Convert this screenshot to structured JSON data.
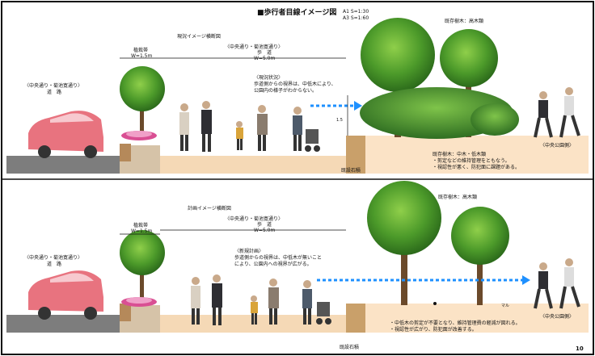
{
  "header": {
    "title": "■歩行者目線イメージ図",
    "scale_a1": "A1 S=1:30",
    "scale_a3": "A3 S=1:60"
  },
  "page_number": "10",
  "top_panel": {
    "section_title": "現況イメージ横断図",
    "road_label_1": "〈中央通り・菊池寛通り〉",
    "road_label_2": "道　路",
    "plant_label_1": "植栽帯",
    "plant_label_2": "W=1.5m",
    "walk_label_1": "〈中央通り・菊池寛通り〉",
    "walk_label_2": "歩　道",
    "walk_label_3": "W=5.0m",
    "note_title": "〈現況状況〉",
    "note_line_1": "歩道側からの視界は、中低木により、",
    "note_line_2": "公園内の様子がわからない。",
    "tall_tree_label": "既存樹木：高木類",
    "shrub_label_1": "既存樹木：中木・低木類",
    "shrub_label_2": "・剪定などの維持管理をともなう。",
    "shrub_label_3": "・視認性が悪く、防犯面に課題がある。",
    "wall_label": "既設石積",
    "park_label": "〈中央公園側〉",
    "dim_label": "1.5"
  },
  "bottom_panel": {
    "section_title": "計画イメージ横断図",
    "road_label_1": "〈中央通り・菊池寛通り〉",
    "road_label_2": "道　路",
    "plant_label_1": "植栽帯",
    "plant_label_2": "W=1.5m",
    "walk_label_1": "〈中央通り・菊池寛通り〉",
    "walk_label_2": "歩　道",
    "walk_label_3": "W=5.0m",
    "note_title": "〈新規計画〉",
    "note_line_1": "歩道側からの視界は、中低木が無いこと",
    "note_line_2": "により、公園内への視界が広がる。",
    "tall_tree_label": "既存樹木：高木類",
    "effect_line_1": "・中低木の剪定が不要となり、維持管理費の軽減が図れる。",
    "effect_line_2": "・視認性が広がり、防犯面が改善する。",
    "wall_label": "既設石積",
    "park_label": "〈中央公園側〉",
    "dim_label": "マル"
  },
  "colors": {
    "car": "#e8737f",
    "ground": "#f7d9b8",
    "asphalt": "#8a8a8a",
    "tree_green": "#3f8f2c",
    "arrow": "#1e90ff",
    "flower": "#d94f93"
  }
}
